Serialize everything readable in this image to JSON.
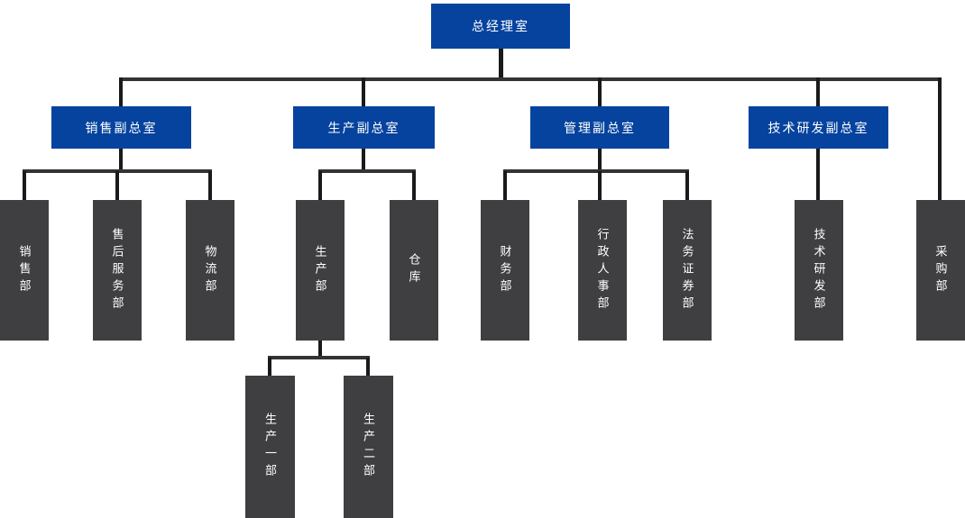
{
  "diagram_type": "org-chart",
  "colors": {
    "node_primary_blue": "#05439E",
    "node_secondary_dark": "#3F3F41",
    "connector_horizontal": "#333333",
    "connector_vertical": "#1a1a1a",
    "node_text": "#FFFFFF",
    "background": "#FFFFFF"
  },
  "org_chart": {
    "root": {
      "label": "总经理室",
      "children": [
        {
          "label": "销售副总室",
          "children": [
            {
              "label": "销售部"
            },
            {
              "label": "售后服务部"
            },
            {
              "label": "物流部"
            }
          ]
        },
        {
          "label": "生产副总室",
          "children": [
            {
              "label": "生产部",
              "children": [
                {
                  "label": "生产一部"
                },
                {
                  "label": "生产二部"
                }
              ]
            },
            {
              "label": "仓库"
            }
          ]
        },
        {
          "label": "管理副总室",
          "children": [
            {
              "label": "财务部"
            },
            {
              "label": "行政人事部"
            },
            {
              "label": "法务证券部"
            }
          ]
        },
        {
          "label": "技术研发副总室",
          "children": [
            {
              "label": "技术研发部"
            }
          ]
        },
        {
          "label": "采购部"
        }
      ]
    }
  }
}
